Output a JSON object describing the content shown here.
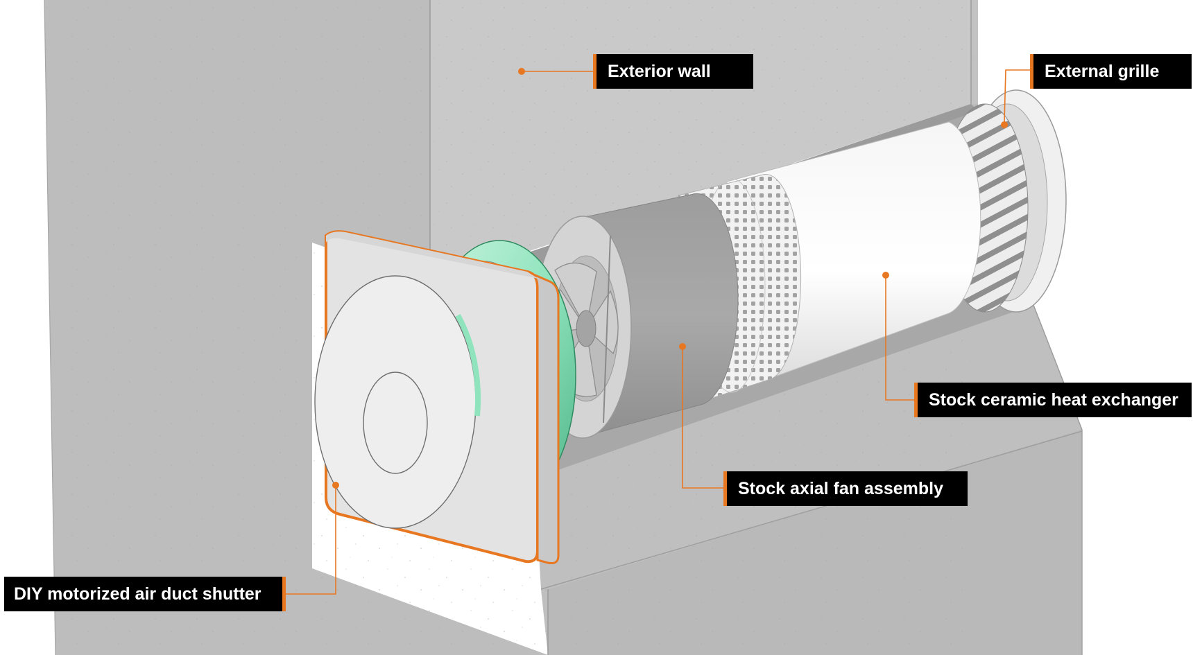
{
  "labels": {
    "exterior_wall": "Exterior wall",
    "external_grille": "External grille",
    "heat_exchanger": "Stock ceramic heat exchanger",
    "fan_assembly": "Stock axial fan assembly",
    "shutter": "DIY motorized air duct shutter"
  },
  "colors": {
    "accent": "#e87722",
    "label_bg": "#000000",
    "label_text": "#ffffff",
    "shutter_ring": "#8fe3bd",
    "wall": "#c6c6c6"
  }
}
